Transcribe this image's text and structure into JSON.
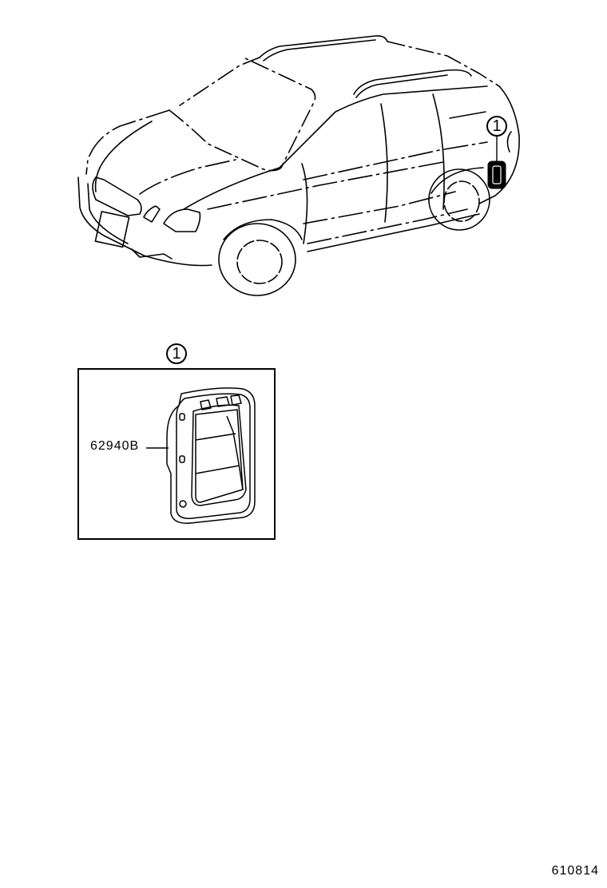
{
  "diagram": {
    "type": "parts-illustration",
    "subject": "hatchback vehicle with rear quarter ventilation duct",
    "callouts": [
      {
        "number": "1",
        "location": "rear quarter panel (vehicle view)"
      },
      {
        "number": "1",
        "location": "detail box header"
      }
    ],
    "detail": {
      "callout": "1",
      "parts": [
        {
          "part_number": "62940B",
          "description": "quarter vent louver / duct"
        }
      ]
    },
    "drawing_id": "610814"
  }
}
